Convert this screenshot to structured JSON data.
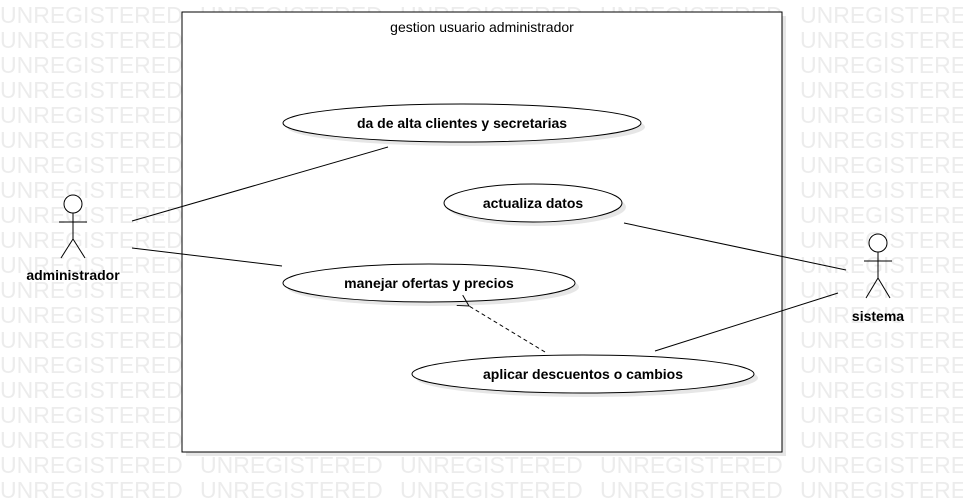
{
  "watermark": {
    "text": "UNREGISTERED"
  },
  "boundary": {
    "title": "gestion usuario administrador"
  },
  "actors": {
    "admin": {
      "label": "administrador"
    },
    "system": {
      "label": "sistema"
    }
  },
  "use_cases": {
    "alta": {
      "label": "da de alta clientes y secretarias"
    },
    "actualiza": {
      "label": "actualiza datos"
    },
    "ofertas": {
      "label": "manejar ofertas y precios"
    },
    "descuentos": {
      "label": "aplicar descuentos o cambios"
    }
  },
  "colors": {
    "line": "#000000",
    "shadow": "#e6e6e6",
    "watermark": "#ececec",
    "fill": "#ffffff"
  }
}
